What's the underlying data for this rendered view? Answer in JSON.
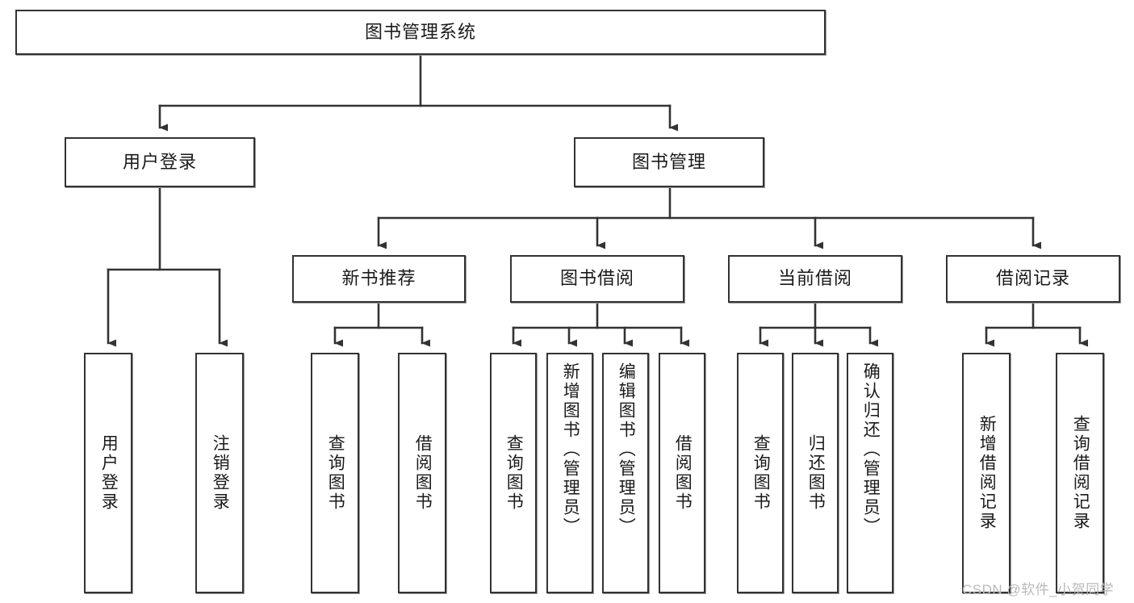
{
  "diagram": {
    "title": "图书管理系统",
    "type": "tree-hierarchy-chart",
    "root": {
      "id": "root",
      "label": "图书管理系统",
      "orientation": "horizontal"
    },
    "level2": [
      {
        "id": "user-login",
        "label": "用户登录",
        "orientation": "horizontal"
      },
      {
        "id": "book-manage",
        "label": "图书管理",
        "orientation": "horizontal"
      }
    ],
    "level3": [
      {
        "id": "new-book-recommend",
        "label": "新书推荐",
        "orientation": "horizontal"
      },
      {
        "id": "book-borrow",
        "label": "图书借阅",
        "orientation": "horizontal"
      },
      {
        "id": "current-borrow",
        "label": "当前借阅",
        "orientation": "horizontal"
      },
      {
        "id": "borrow-record",
        "label": "借阅记录",
        "orientation": "horizontal"
      }
    ],
    "leaves": [
      {
        "id": "leaf-user-login",
        "label": "用户登录",
        "parent": "user-login",
        "orientation": "vertical"
      },
      {
        "id": "leaf-user-logout",
        "label": "注销登录",
        "parent": "user-login",
        "orientation": "vertical"
      },
      {
        "id": "leaf-query-book-1",
        "label": "查询图书",
        "parent": "new-book-recommend",
        "orientation": "vertical"
      },
      {
        "id": "leaf-borrow-book-1",
        "label": "借阅图书",
        "parent": "new-book-recommend",
        "orientation": "vertical"
      },
      {
        "id": "leaf-query-book-2",
        "label": "查询图书",
        "parent": "book-borrow",
        "orientation": "vertical"
      },
      {
        "id": "leaf-add-book",
        "label": "新增图书（管理员）",
        "parent": "book-borrow",
        "orientation": "vertical"
      },
      {
        "id": "leaf-edit-book",
        "label": "编辑图书（管理员）",
        "parent": "book-borrow",
        "orientation": "vertical"
      },
      {
        "id": "leaf-borrow-book-2",
        "label": "借阅图书",
        "parent": "book-borrow",
        "orientation": "vertical"
      },
      {
        "id": "leaf-query-book-3",
        "label": "查询图书",
        "parent": "current-borrow",
        "orientation": "vertical"
      },
      {
        "id": "leaf-return-book",
        "label": "归还图书",
        "parent": "current-borrow",
        "orientation": "vertical"
      },
      {
        "id": "leaf-confirm-return",
        "label": "确认归还（管理员）",
        "parent": "current-borrow",
        "orientation": "vertical"
      },
      {
        "id": "leaf-add-record",
        "label": "新增借阅记录",
        "parent": "borrow-record",
        "orientation": "vertical"
      },
      {
        "id": "leaf-query-record",
        "label": "查询借阅记录",
        "parent": "borrow-record",
        "orientation": "vertical"
      }
    ],
    "watermark": "CSDN @软件_小贺同学",
    "colors": {
      "background": "#ffffff",
      "box_border": "#333333",
      "box_fill": "#ffffff",
      "connector": "#333333",
      "text": "#1a1a1a",
      "watermark": "#b9b9b9"
    }
  }
}
